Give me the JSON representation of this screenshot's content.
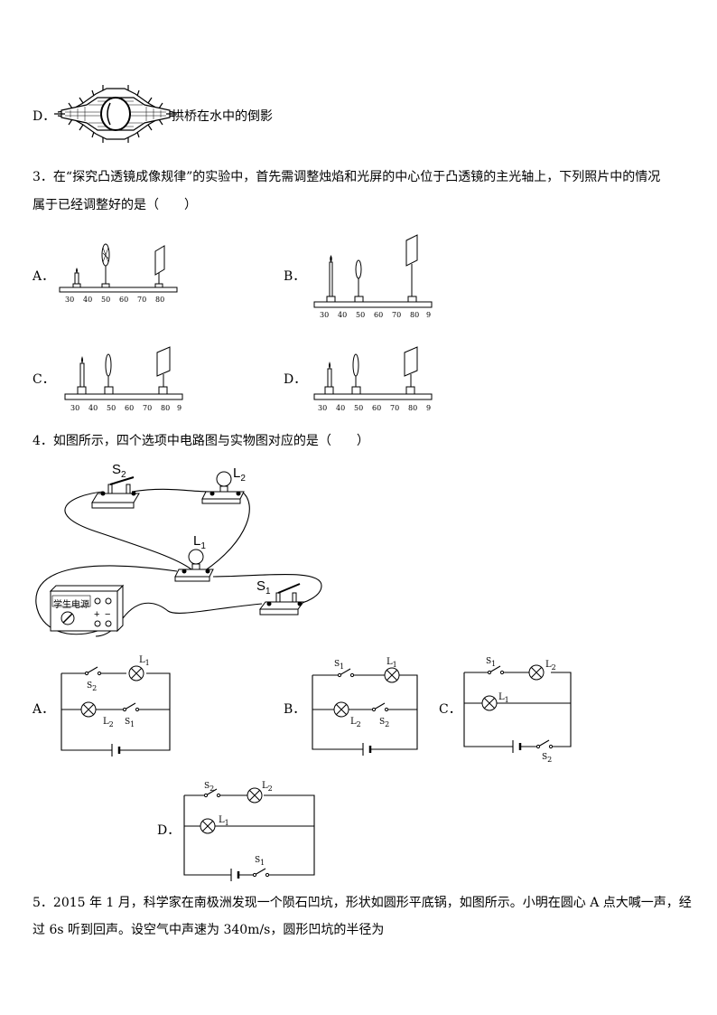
{
  "q2d": {
    "letter": "D．",
    "caption": "拱桥在水中的倒影"
  },
  "q3": {
    "line1": "3．在“探究凸透镜成像规律”的实验中，首先需调整烛焰和光屏的中心位于凸透镜的主光轴上，下列照片中的情况",
    "line2": "属于已经调整好的是（　　）",
    "options": [
      "A．",
      "B．",
      "C．",
      "D．"
    ],
    "ticks": [
      "30",
      "40",
      "50",
      "60",
      "70",
      "80",
      "9"
    ]
  },
  "q4": {
    "stem": "4．如图所示，四个选项中电路图与实物图对应的是（　　）",
    "real_labels": {
      "s2": "S",
      "s2_sub": "2",
      "l2": "L",
      "l2_sub": "2",
      "l1": "L",
      "l1_sub": "1",
      "s1": "S",
      "s1_sub": "1",
      "power": "学生电源",
      "plus": "+",
      "minus": "−"
    },
    "options": [
      "A．",
      "B．",
      "C．",
      "D．"
    ],
    "circuit_labels": {
      "L1": "L",
      "L2": "L",
      "S1": "S",
      "S2": "S",
      "n1": "1",
      "n2": "2"
    }
  },
  "q5": {
    "line1": "5．2015 年 1 月，科学家在南极洲发现一个陨石凹坑，形状如圆形平底锅，如图所示。小明在圆心 A 点大喊一声，经",
    "line2": "过 6s 听到回声。设空气中声速为 340m/s，圆形凹坑的半径为"
  }
}
